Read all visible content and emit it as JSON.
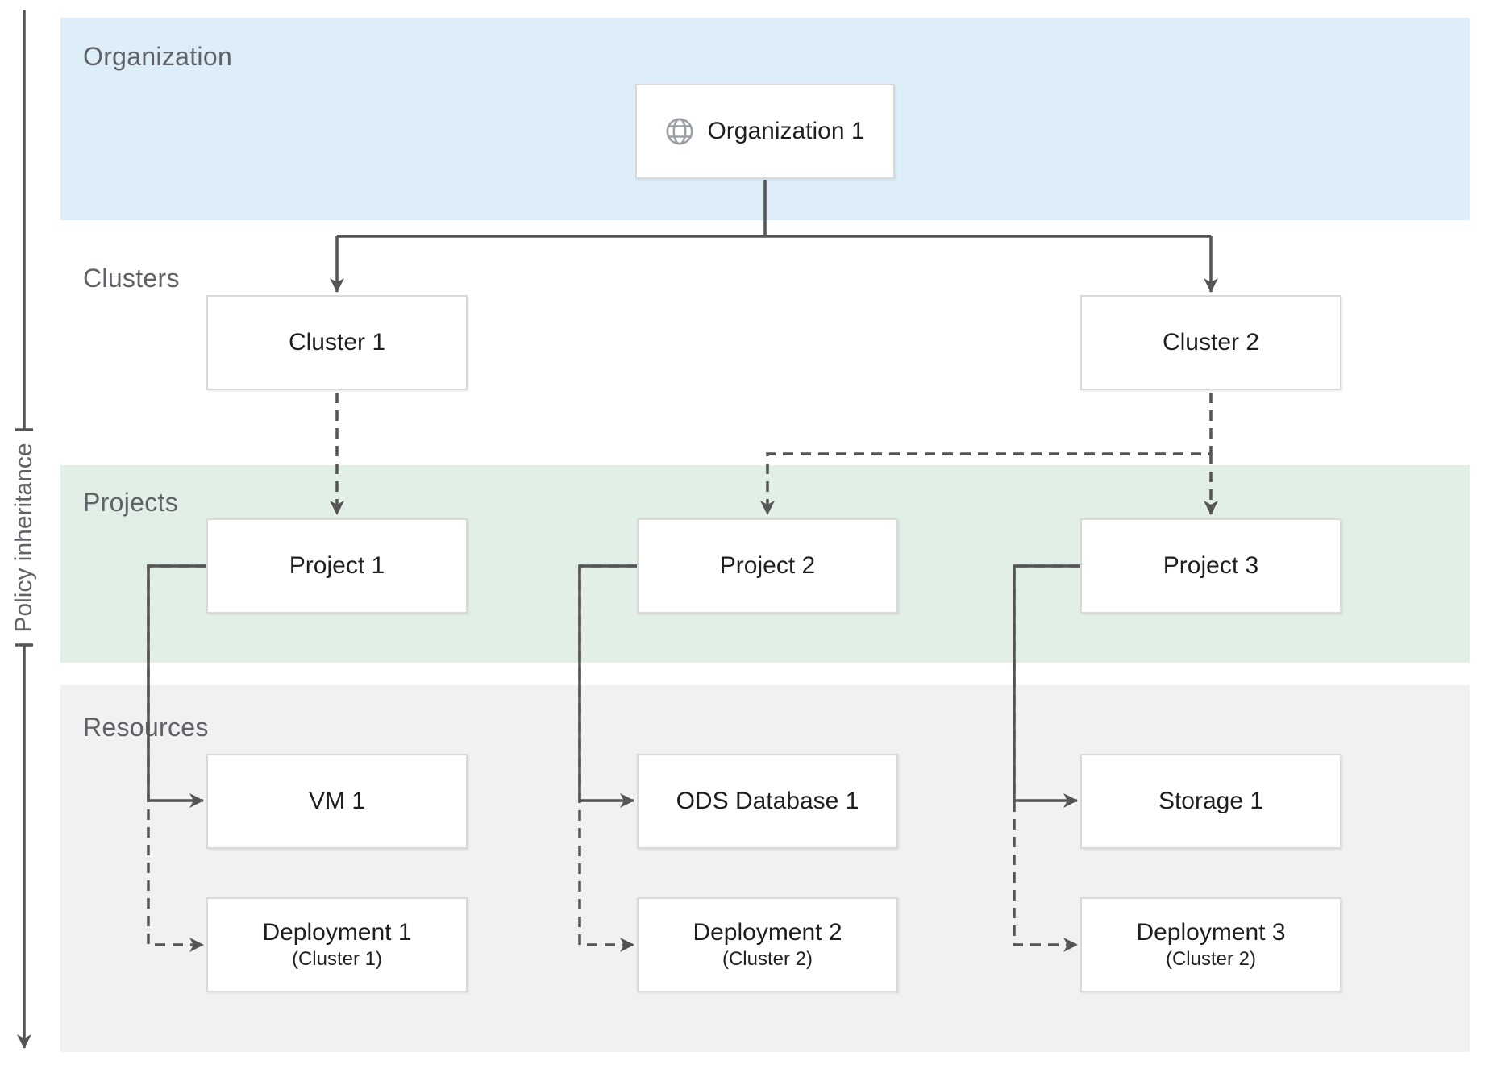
{
  "policy_axis": {
    "label": "Policy inheritance"
  },
  "bands": {
    "organization": {
      "label": "Organization",
      "color": "#ddeef9"
    },
    "clusters": {
      "label": "Clusters",
      "color": "#ffffff"
    },
    "projects": {
      "label": "Projects",
      "color": "#e2efe7"
    },
    "resources": {
      "label": "Resources",
      "color": "#f1f1f1"
    }
  },
  "nodes": {
    "organization1": {
      "label": "Organization 1",
      "icon": "globe-icon"
    },
    "cluster1": {
      "label": "Cluster 1"
    },
    "cluster2": {
      "label": "Cluster 2"
    },
    "project1": {
      "label": "Project 1"
    },
    "project2": {
      "label": "Project 2"
    },
    "project3": {
      "label": "Project 3"
    },
    "vm1": {
      "label": "VM 1"
    },
    "ods_database1": {
      "label": "ODS Database 1"
    },
    "storage1": {
      "label": "Storage 1"
    },
    "deployment1": {
      "label": "Deployment 1",
      "sublabel": "(Cluster 1)"
    },
    "deployment2": {
      "label": "Deployment 2",
      "sublabel": "(Cluster 2)"
    },
    "deployment3": {
      "label": "Deployment 3",
      "sublabel": "(Cluster 2)"
    }
  },
  "edge_styles": {
    "solid": "direct link",
    "dashed": "inherited / scheduled link",
    "line_color": "#545454"
  },
  "icon_colors": {
    "globe": "#9aa0a6"
  }
}
